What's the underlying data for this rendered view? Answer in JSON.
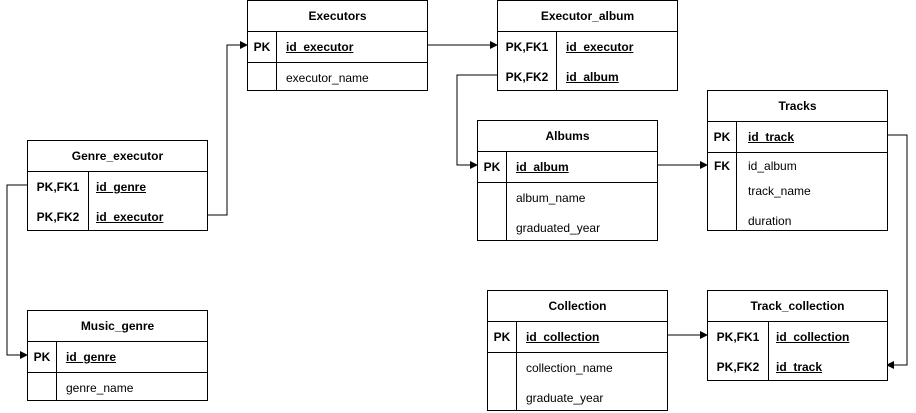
{
  "entities": {
    "executors": {
      "title": "Executors",
      "rows": [
        {
          "key": "PK",
          "col": "id_executor"
        },
        {
          "key": "",
          "col": "executor_name"
        }
      ]
    },
    "executor_album": {
      "title": "Executor_album",
      "rows": [
        {
          "key": "PK,FK1",
          "col": "id_executor"
        },
        {
          "key": "PK,FK2",
          "col": "id_album"
        }
      ]
    },
    "tracks": {
      "title": "Tracks",
      "rows": [
        {
          "key": "PK",
          "col": "id_track"
        },
        {
          "key": "FK",
          "col": "id_album"
        },
        {
          "key": "",
          "col": "track_name"
        },
        {
          "key": "",
          "col": "duration"
        }
      ]
    },
    "albums": {
      "title": "Albums",
      "rows": [
        {
          "key": "PK",
          "col": "id_album"
        },
        {
          "key": "",
          "col": "album_name"
        },
        {
          "key": "",
          "col": "graduated_year"
        }
      ]
    },
    "genre_executor": {
      "title": "Genre_executor",
      "rows": [
        {
          "key": "PK,FK1",
          "col": "id_genre"
        },
        {
          "key": "PK,FK2",
          "col": "id_executor"
        }
      ]
    },
    "music_genre": {
      "title": "Music_genre",
      "rows": [
        {
          "key": "PK",
          "col": "id_genre"
        },
        {
          "key": "",
          "col": "genre_name"
        }
      ]
    },
    "collection": {
      "title": "Collection",
      "rows": [
        {
          "key": "PK",
          "col": "id_collection"
        },
        {
          "key": "",
          "col": "collection_name"
        },
        {
          "key": "",
          "col": "graduate_year"
        }
      ]
    },
    "track_collection": {
      "title": "Track_collection",
      "rows": [
        {
          "key": "PK,FK1",
          "col": "id_collection"
        },
        {
          "key": "PK,FK2",
          "col": "id_track"
        }
      ]
    }
  },
  "colors": {
    "line": "#000000",
    "background": "#ffffff"
  }
}
